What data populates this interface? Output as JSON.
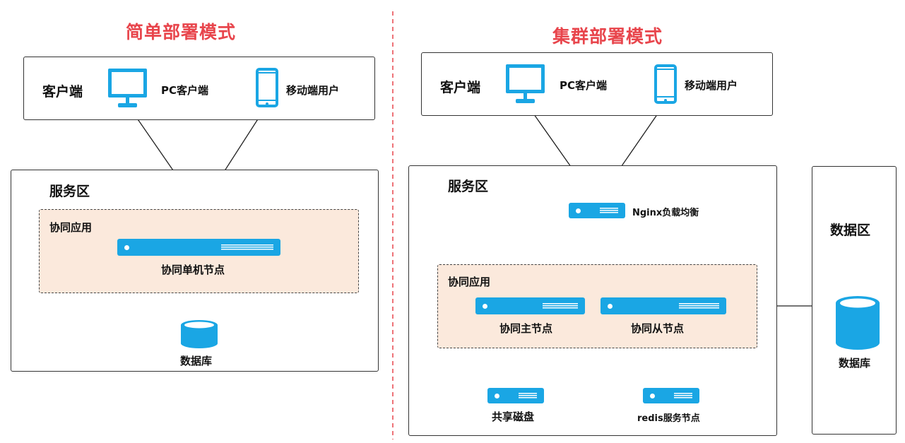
{
  "simple": {
    "title": "简单部署模式",
    "client_zone": "客户端",
    "pc_client": "PC客户端",
    "mobile_user": "移动端用户",
    "service_zone": "服务区",
    "collab_app": "协同应用",
    "single_node": "协同单机节点",
    "database": "数据库"
  },
  "cluster": {
    "title": "集群部署模式",
    "client_zone": "客户端",
    "pc_client": "PC客户端",
    "mobile_user": "移动端用户",
    "service_zone": "服务区",
    "nginx": "Nginx负载均衡",
    "collab_app": "协同应用",
    "master_node": "协同主节点",
    "slave_node": "协同从节点",
    "shared_disk": "共享磁盘",
    "redis_node": "redis服务节点",
    "data_zone": "数据区",
    "database": "数据库"
  },
  "colors": {
    "title": "#e8454c",
    "icon": "#1aa6e4",
    "app_fill": "#fbe9dc",
    "divider": "#e8454c"
  },
  "icons": [
    "monitor-icon",
    "phone-icon",
    "server-icon",
    "database-icon"
  ]
}
